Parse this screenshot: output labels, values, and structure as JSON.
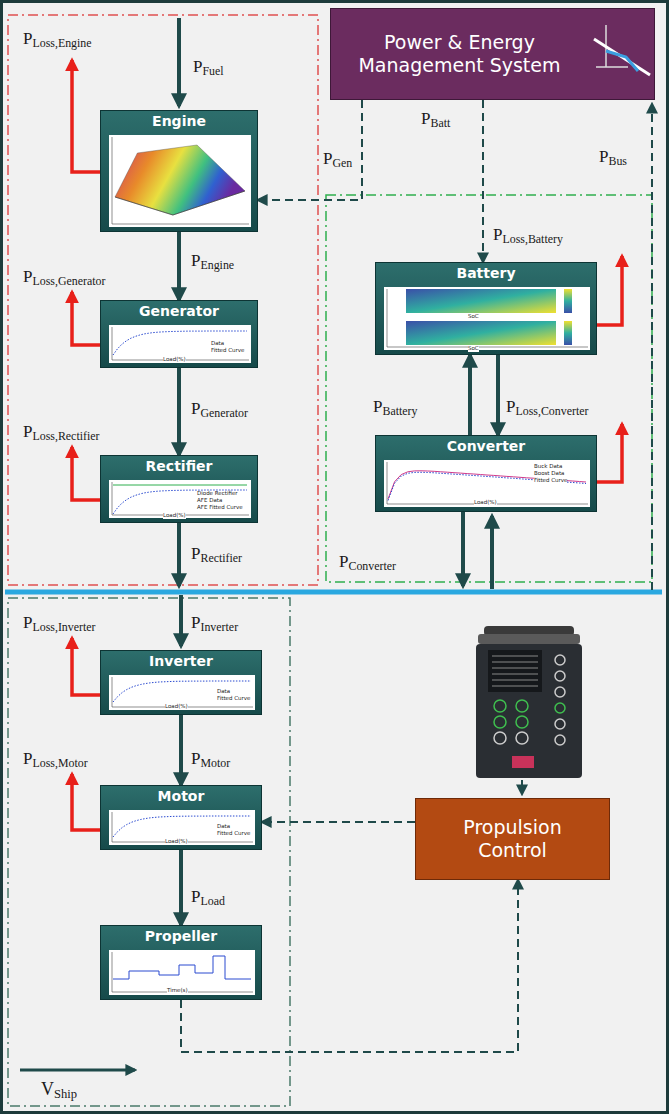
{
  "diagram": {
    "nodes": [
      {
        "text": [
          "Power & Energy Management System"
        ]
      },
      {
        "text": [
          "Engine"
        ]
      },
      {
        "text": [
          "Generator"
        ]
      },
      {
        "text": [
          "Rectifier"
        ]
      },
      {
        "text": [
          "Battery"
        ]
      },
      {
        "text": [
          "Converter"
        ]
      },
      {
        "text": [
          "Inverter"
        ]
      },
      {
        "text": [
          "Motor"
        ]
      },
      {
        "text": [
          "Propeller"
        ]
      },
      {
        "text": [
          "Propulsion Control"
        ]
      }
    ],
    "edges": [
      {
        "from": 1,
        "to": 2,
        "arrow": "to",
        "label": "PEngine"
      },
      {
        "from": 2,
        "to": 3,
        "arrow": "to",
        "label": "PGenerator"
      },
      {
        "from": 0,
        "to": 1,
        "arrow": "to",
        "label": "PGen"
      },
      {
        "from": 0,
        "to": 4,
        "arrow": "to",
        "label": "PBatt"
      },
      {
        "from": 5,
        "to": 4,
        "arrow": "to",
        "label": "PBattery"
      },
      {
        "from": 4,
        "to": 5,
        "arrow": "to"
      },
      {
        "from": 6,
        "to": 7,
        "arrow": "to",
        "label": "PMotor"
      },
      {
        "from": 7,
        "to": 8,
        "arrow": "to",
        "label": "PLoad"
      },
      {
        "from": 9,
        "to": 7,
        "arrow": "to"
      },
      {
        "from": 8,
        "to": 9,
        "arrow": "to"
      }
    ],
    "labels": [
      "PFuel",
      "PLoss,Engine",
      "PLoss,Generator",
      "Data",
      "Fitted Curve",
      "Load(%)",
      "PLoss,Rectifier",
      "Diode Rectifier",
      "AFE Data",
      "AFE Fitted Curve",
      "Load(%)",
      "PRectifier",
      "PLoss,Battery",
      "SoC",
      "SoC",
      "PLoss,Converter",
      "Buck Data",
      "Boost Data",
      "Fitted Curve",
      "Load(%)",
      "PConverter",
      "PBus",
      "PLoss,Inverter",
      "PInverter",
      "Data",
      "Fitted Curve",
      "Load(%)",
      "PLoss,Motor",
      "Data",
      "Fitted Curve",
      "Load(%)",
      "Time(s)",
      "VShip"
    ]
  }
}
